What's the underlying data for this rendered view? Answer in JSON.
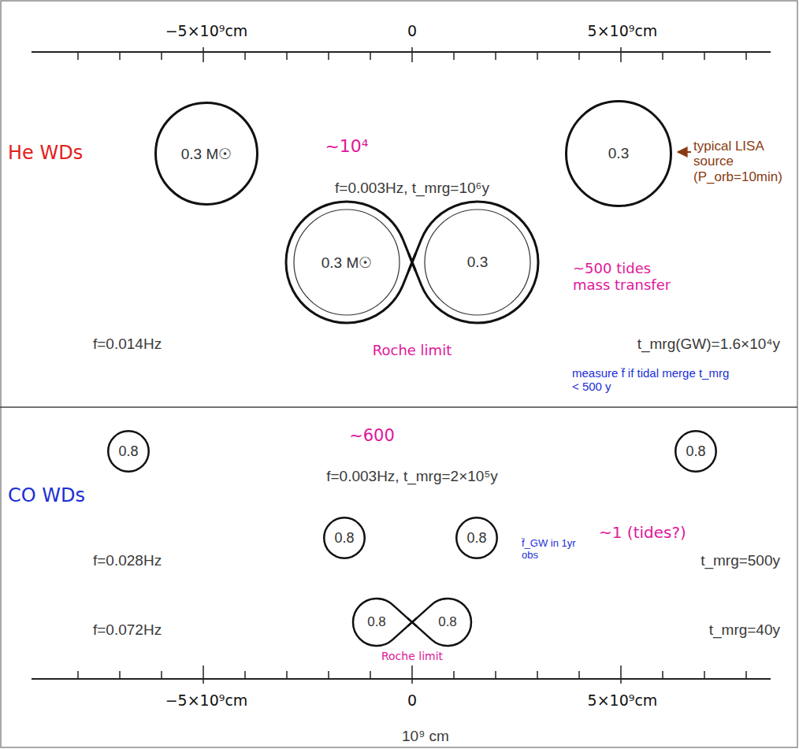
{
  "diagram": {
    "nodes": [
      {
        "text": [
          "0.3 M☉"
        ]
      },
      {
        "text": [
          "0.3"
        ]
      },
      {
        "text": [
          "0.3 M☉"
        ]
      },
      {
        "text": [
          "0.3"
        ]
      },
      {
        "text": [
          "0.8"
        ]
      },
      {
        "text": [
          "0.8"
        ]
      },
      {
        "text": [
          "0.8"
        ]
      },
      {
        "text": [
          "0.8"
        ]
      },
      {
        "text": [
          "0.8"
        ]
      },
      {
        "text": [
          "0.8"
        ]
      }
    ],
    "labels": [
      "−5×10⁹cm",
      "0",
      "5×10⁹cm",
      "He WDs",
      "~10⁴",
      "f=0.003Hz, t_mrg=10⁶y",
      "typical LISA source (P_orb=10min)",
      "f=0.014Hz",
      "Roche limit",
      "~500 tides mass transfer",
      "t_mrg(GW)=1.6×10⁴y",
      "measure f̈ if tidal merge t_mrg < 500 y",
      "~600",
      "CO WDs",
      "f=0.003Hz, t_mrg=2×10⁵y",
      "f̈_GW in 1yr obs",
      "~1 (tides?)",
      "f=0.028Hz",
      "t_mrg=500y",
      "f=0.072Hz",
      "t_mrg=40y",
      "Roche limit",
      "−5×10⁹cm",
      "0",
      "5×10⁹cm",
      "10⁹ cm"
    ]
  }
}
